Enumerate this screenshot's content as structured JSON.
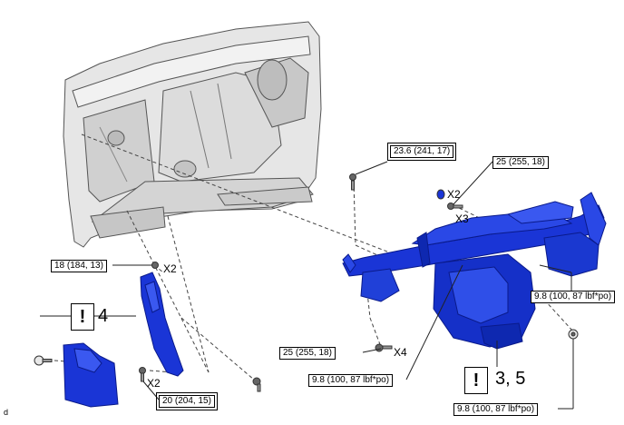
{
  "torque_labels": {
    "top_bolt": "23.6 (241, 17)",
    "right_bolt": "25 (255, 18)",
    "right_dash": "9.8 (100, 87 lbf*po)",
    "lower_bolt": "25 (255, 18)",
    "center_bottom": "9.8 (100, 87 lbf*po)",
    "bottom_right": "9.8 (100, 87 lbf*po)",
    "left_upper": "18 (184, 13)",
    "left_lower": "20 (204, 15)"
  },
  "quantity_labels": {
    "right_x2": "X2",
    "right_x3": "X3",
    "lower_x4": "X4",
    "left_x2_upper": "X2",
    "left_x2_lower": "X2"
  },
  "step_refs": {
    "left_step": "4",
    "right_step": "3, 5",
    "warning_symbol": "!"
  },
  "corner_letter": "d",
  "colors": {
    "part_blue": "#1a35d6",
    "part_dark": "#0a1a8a",
    "body_gray": "#d8d8d8",
    "line": "#333333"
  }
}
